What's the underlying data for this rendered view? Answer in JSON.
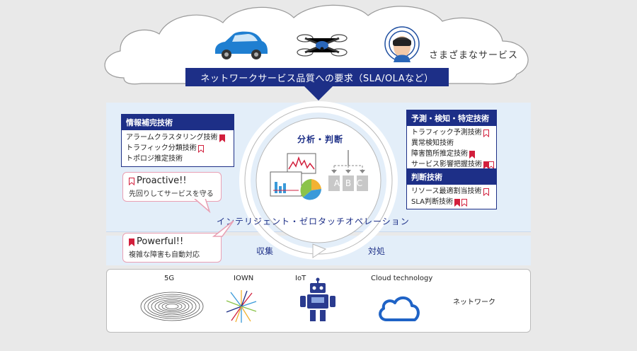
{
  "services": {
    "label": "さまざまなサービス",
    "icons": [
      "car-icon",
      "drone-icon",
      "vr-headset-icon"
    ]
  },
  "requirement": {
    "label": "ネットワークサービス品質への要求（SLA/OLAなど）"
  },
  "info_complement": {
    "title": "情報補完技術",
    "items": [
      {
        "label": "アラームクラスタリング技術",
        "marks": [
          "filled"
        ]
      },
      {
        "label": "トラフィック分類技術",
        "marks": [
          "outline"
        ]
      },
      {
        "label": "トポロジ推定技術",
        "marks": []
      }
    ]
  },
  "prediction": {
    "title": "予測・検知・特定技術",
    "items": [
      {
        "label": "トラフィック予測技術",
        "marks": [
          "outline"
        ]
      },
      {
        "label": "異常検知技術",
        "marks": []
      },
      {
        "label": "障害箇所推定技術",
        "marks": [
          "filled"
        ]
      },
      {
        "label": "サービス影響把握技術",
        "marks": [
          "filled",
          "outline"
        ]
      }
    ]
  },
  "judgment": {
    "title": "判断技術",
    "items": [
      {
        "label": "リソース最適割当技術",
        "marks": [
          "outline"
        ]
      },
      {
        "label": "SLA判断技術",
        "marks": [
          "filled",
          "outline"
        ]
      }
    ]
  },
  "proactive": {
    "title": "Proactive!!",
    "subtitle": "先回りしてサービスを守る"
  },
  "powerful": {
    "title": "Powerful!!",
    "subtitle": "複雑な障害も自動対応"
  },
  "cycle": {
    "analysis_label": "分析・判断",
    "ops_label": "インテリジェント・ゼロタッチオペレーション",
    "collect_label": "収集",
    "respond_label": "対処",
    "abc": [
      "A",
      "B",
      "C"
    ]
  },
  "network": {
    "label": "ネットワーク",
    "techs": [
      {
        "label": "5G",
        "icon": "ripple-icon"
      },
      {
        "label": "IOWN",
        "icon": "light-burst-icon"
      },
      {
        "label": "IoT",
        "icon": "robot-icon"
      },
      {
        "label": "Cloud technology",
        "icon": "cloud-icon"
      }
    ]
  },
  "colors": {
    "navy": "#1d2f87",
    "bookmark_red": "#d21f3c",
    "panel": "#e3eef9"
  }
}
